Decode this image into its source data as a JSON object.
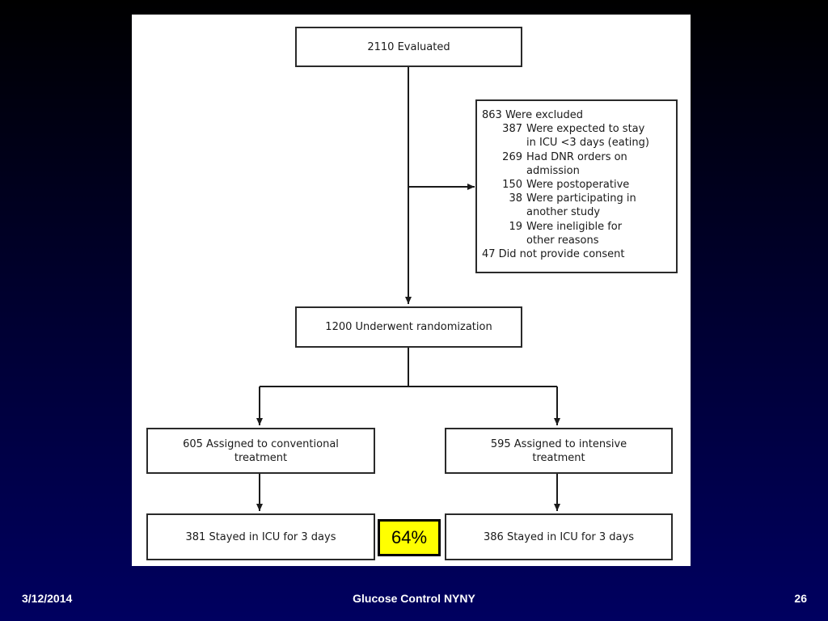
{
  "flowchart": {
    "evaluated": "2110 Evaluated",
    "excluded": {
      "header": "863 Were excluded",
      "reasons": [
        {
          "count": "387",
          "text": [
            "Were expected to stay",
            "in ICU <3 days (eating)"
          ]
        },
        {
          "count": "269",
          "text": [
            "Had DNR orders on",
            "admission"
          ]
        },
        {
          "count": "150",
          "text": [
            "Were postoperative"
          ]
        },
        {
          "count": "38",
          "text": [
            "Were participating in",
            "another study"
          ]
        },
        {
          "count": "19",
          "text": [
            "Were ineligible for",
            "other reasons"
          ]
        }
      ],
      "footer": "47 Did not  provide consent"
    },
    "randomized": "1200 Underwent randomization",
    "conventional": [
      "605 Assigned to conventional",
      "treatment"
    ],
    "intensive": [
      "595 Assigned to intensive",
      "treatment"
    ],
    "conventional_icu": "381 Stayed in ICU for 3 days",
    "intensive_icu": "386 Stayed in ICU for 3 days"
  },
  "highlight": {
    "label": "64%",
    "fill_color": "#ffff00"
  },
  "footer": {
    "date": "3/12/2014",
    "title": "Glucose Control NYNY",
    "page": "26"
  }
}
